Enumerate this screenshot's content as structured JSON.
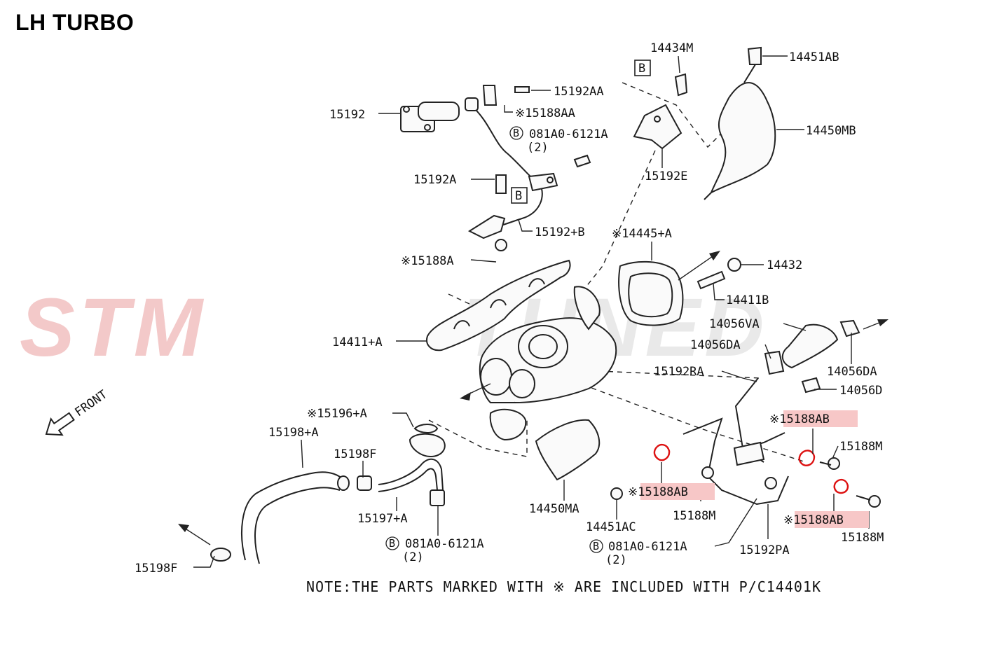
{
  "title": "LH TURBO",
  "watermark": {
    "text_left": "STM",
    "text_right": "TUNED",
    "color_left": "#f3c9c9",
    "color_right": "#e9e9e9"
  },
  "front_label": "FRONT",
  "box_marker": "B",
  "colors": {
    "highlight_fill": "#f7c7c7",
    "highlight_stroke": "#d11111",
    "line": "#222222"
  },
  "callouts": {
    "p14434M": "14434M",
    "p14451AB": "14451AB",
    "p15192AA": "15192AA",
    "p15192": "15192",
    "p15188AA": "※15188AA",
    "p081A0_top": "081A0-6121A",
    "p081A0_top_qty": "(2)",
    "p14450MB": "14450MB",
    "p15192E": "15192E",
    "p15192A": "15192A",
    "p15192B": "15192+B",
    "p14445A": "※14445+A",
    "p15188A": "※15188A",
    "p14432": "14432",
    "p14411B": "14411B",
    "p14056VA": "14056VA",
    "p14056DA_left": "14056DA",
    "p14411A": "14411+A",
    "p15192RA": "15192RA",
    "p14056DA_right": "14056DA",
    "p14056D": "14056D",
    "p15196A": "※15196+A",
    "p15188AB_1": "※15188AB",
    "p15188M_1": "15188M",
    "p15198A": "15198+A",
    "p15198F_1": "15198F",
    "p15188AB_2": "※15188AB",
    "p15188M_2": "15188M",
    "p14450MA": "14450MA",
    "p15188AB_3": "※15188AB",
    "p15197A": "15197+A",
    "p15188M_3": "15188M",
    "p14451AC": "14451AC",
    "p081A0_bl": "081A0-6121A",
    "p081A0_bl_qty": "(2)",
    "p081A0_bc": "081A0-6121A",
    "p081A0_bc_qty": "(2)",
    "p15192PA": "15192PA",
    "p15198F_2": "15198F"
  },
  "note": "NOTE:THE PARTS MARKED WITH ※ ARE INCLUDED WITH P/C14401K"
}
